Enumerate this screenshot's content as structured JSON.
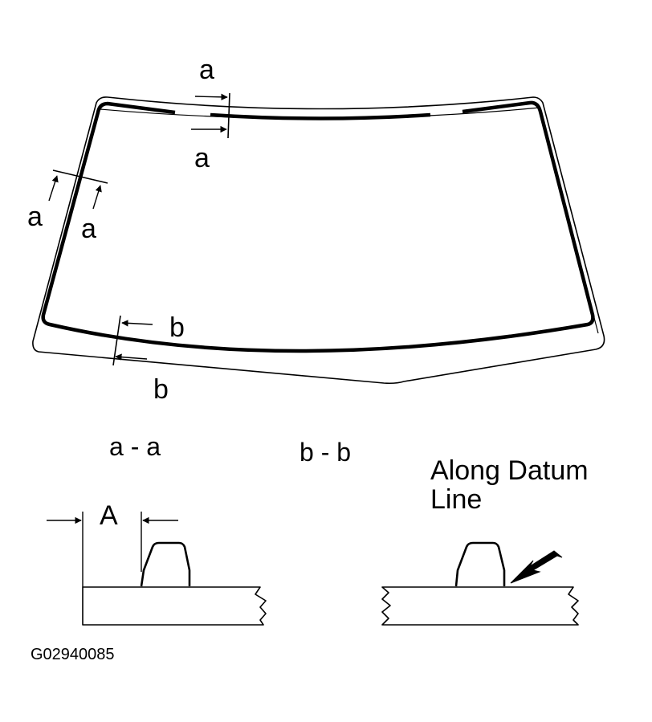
{
  "figure": {
    "section_a_title": "a - a",
    "section_b_title": "b - b",
    "datum_note": "Along Datum Line",
    "dimension_label": "A",
    "figure_code": "G02940085",
    "callout_a": "a",
    "callout_b": "b",
    "stroke_color": "#000000",
    "background_color": "#ffffff"
  }
}
